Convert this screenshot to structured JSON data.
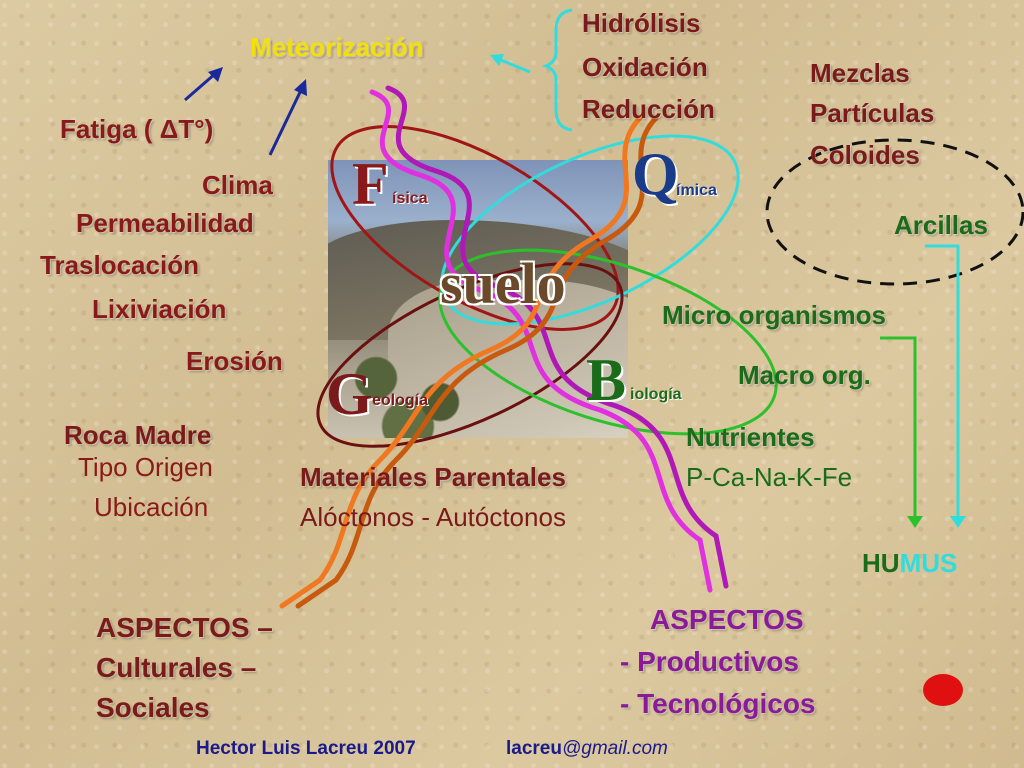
{
  "left_top": {
    "meteorizacion": "Meteorización",
    "fatiga": "Fatiga ( ΔT°)"
  },
  "processes": [
    "Hidrólisis",
    "Oxidación",
    "Reducción"
  ],
  "mixtures": [
    "Mezclas",
    "Partículas",
    "Coloides"
  ],
  "arcillas": "Arcillas",
  "left_factors": {
    "clima": "Clima",
    "permeabilidad": "Permeabilidad",
    "traslocacion": "Traslocación",
    "lixiviacion": "Lixiviación",
    "erosion": "Erosión"
  },
  "roca": {
    "title": "Roca Madre",
    "line1": "Tipo  Origen",
    "line2": "Ubicación"
  },
  "center": {
    "suelo": "suelo",
    "fisica_big": "F",
    "fisica_small": "ísica",
    "quimica_big": "Q",
    "quimica_small": "ímica",
    "geologia_big": "G",
    "geologia_small": "eología",
    "biologia_big": "B",
    "biologia_small": "iología"
  },
  "materiales": {
    "line1": "Materiales Parentales",
    "line2": "Alóctonos - Autóctonos"
  },
  "bio": {
    "micro": "Micro organismos",
    "macro": "Macro org.",
    "nutrientes": "Nutrientes",
    "elements": "P-Ca-Na-K-Fe"
  },
  "humus": {
    "part1": "HU",
    "part2": "MUS"
  },
  "aspectos_left": [
    "ASPECTOS –",
    "Culturales –",
    "Sociales"
  ],
  "aspectos_right": [
    "ASPECTOS",
    "-  Productivos",
    "- Tecnológicos"
  ],
  "footer": {
    "author": "Hector Luis Lacreu  2007",
    "email_user": "lacreu",
    "email_domain": "@gmail.com"
  },
  "colors": {
    "maroon": "#7b1a1a",
    "dark_green": "#1a6b1a",
    "green": "#2cc12c",
    "cyan": "#33dcdc",
    "blue": "#1a2a9a",
    "purple": "#8a1a9a",
    "yellow": "#f3e00a",
    "red": "#e01010",
    "orange": "#f07820",
    "magenta": "#e030e0"
  }
}
